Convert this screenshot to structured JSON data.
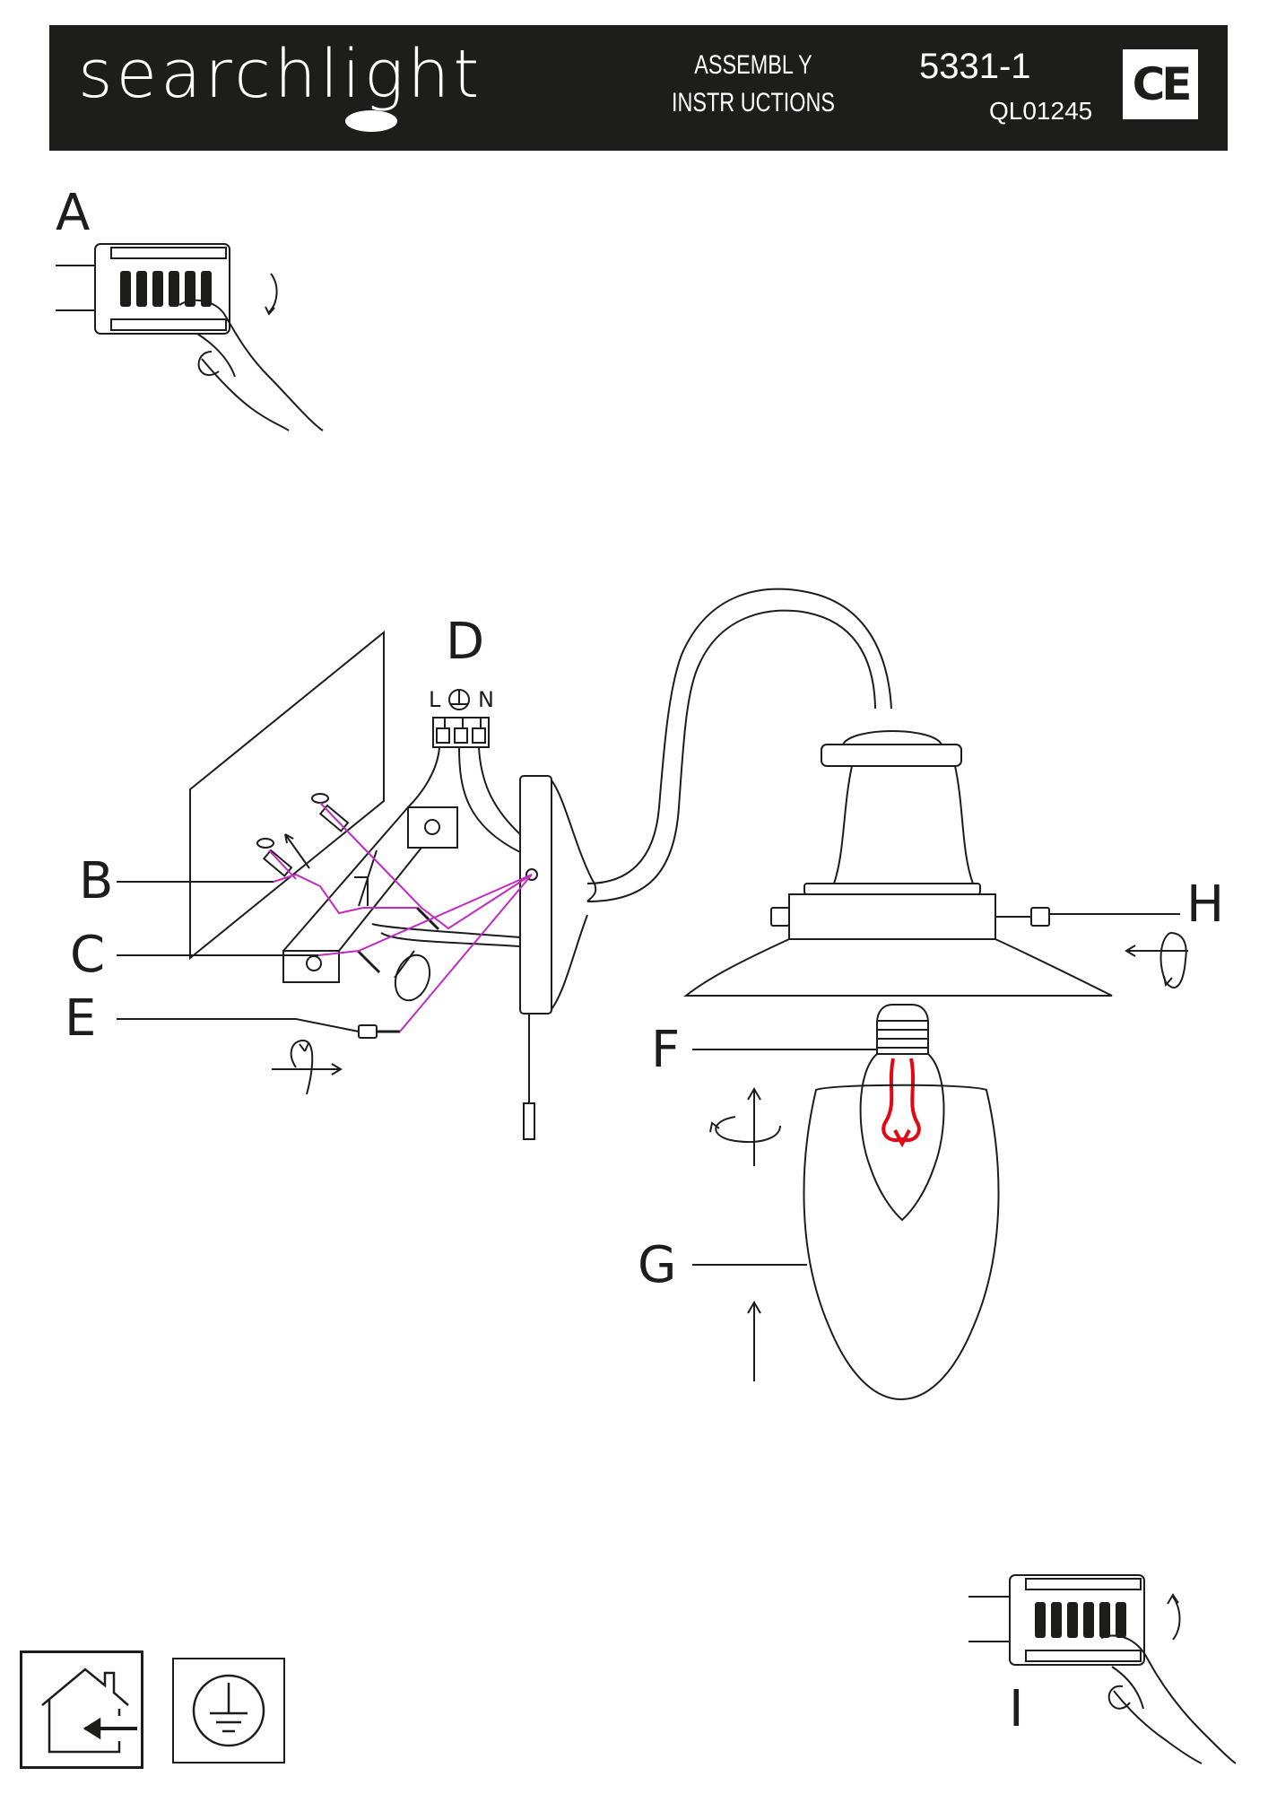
{
  "header": {
    "brand": "searchlight",
    "title_line1": "ASSEMBL Y",
    "title_line2": "INSTR UCTIONS",
    "model": "5331-1",
    "code": "QL01245",
    "mark": "CE"
  },
  "steps": {
    "a": "A",
    "b": "B",
    "c": "C",
    "d": "D",
    "e": "E",
    "f": "F",
    "g": "G",
    "h": "H",
    "i": "I"
  },
  "wiring": {
    "live": "L",
    "neutral": "N"
  },
  "icons": [
    "house-arrow-icon",
    "earth-symbol-icon",
    "ce-mark-icon",
    "rotate-arrow-icon",
    "hand-icon"
  ],
  "colors": {
    "ink": "#1d1d1b",
    "pointer": "#c02ac0",
    "filament": "#e30613",
    "header_bg": "#1d1d1b"
  }
}
